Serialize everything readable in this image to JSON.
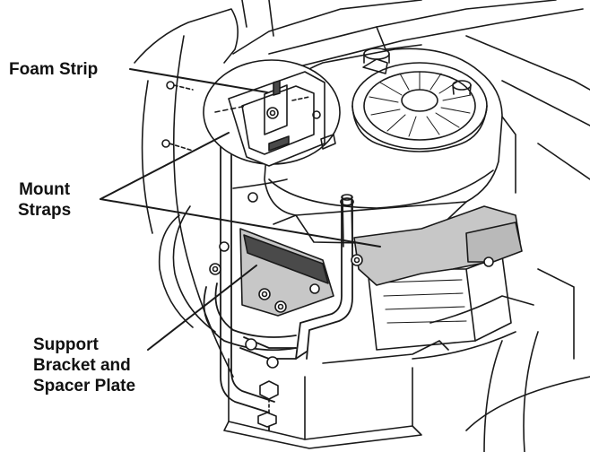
{
  "colors": {
    "line": "#1a1a1a",
    "highlight_gray": "#c7c7c7",
    "dark_fill": "#4a4a4a",
    "background": "#ffffff"
  },
  "callouts": {
    "foam_strip": "Foam Strip",
    "mount_straps": [
      "Mount",
      "Straps"
    ],
    "support_bracket": [
      "Support",
      "Bracket and",
      "Spacer Plate"
    ]
  }
}
